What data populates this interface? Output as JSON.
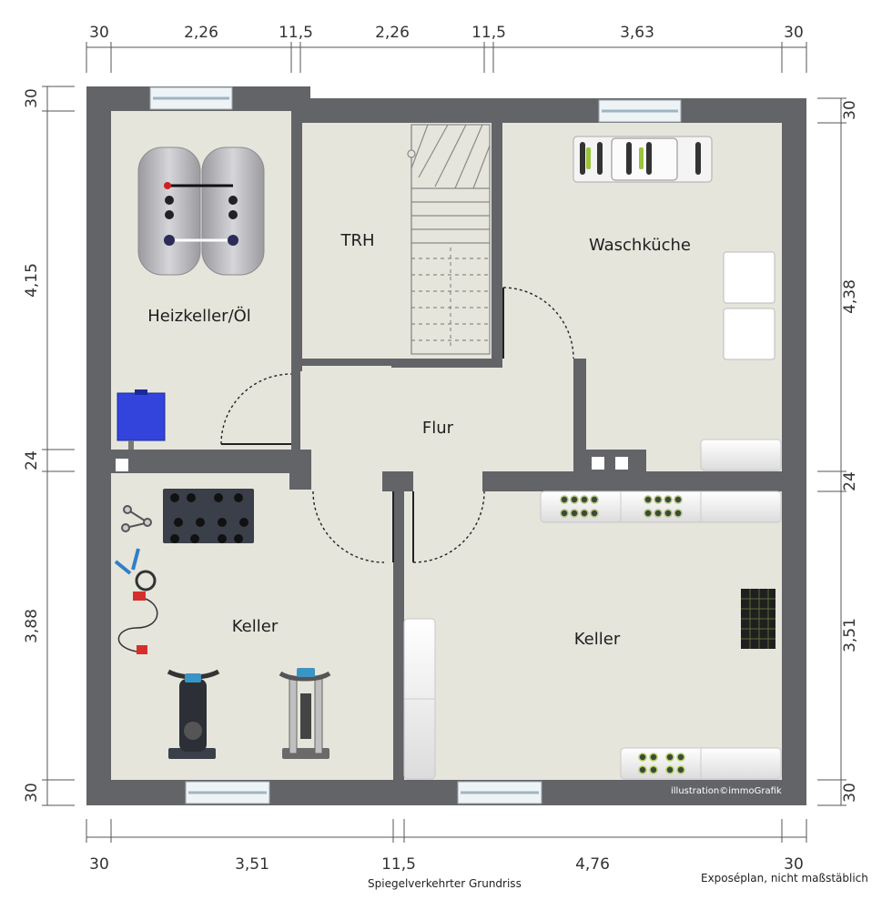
{
  "dimensions": {
    "top": [
      "30",
      "2,26",
      "11,5",
      "2,26",
      "11,5",
      "3,63",
      "30"
    ],
    "bottom": [
      "30",
      "3,51",
      "11,5",
      "4,76",
      "30"
    ],
    "left": [
      "30",
      "4,15",
      "24",
      "3,88",
      "30"
    ],
    "right": [
      "30",
      "4,38",
      "24",
      "3,51",
      "30"
    ]
  },
  "rooms": {
    "heizkeller": "Heizkeller/Öl",
    "trh": "TRH",
    "waschkueche": "Waschküche",
    "flur": "Flur",
    "keller_left": "Keller",
    "keller_right": "Keller"
  },
  "credit": "illustration©immoGrafik",
  "caption_center": "Spiegelverkehrter Grundriss",
  "caption_right": "Exposéplan, nicht maßstäblich",
  "colors": {
    "wall": "#636468",
    "floor": "#e6e5dc",
    "window": "#eef3f6",
    "oil_tank": "#b9b9bd",
    "boiler": "#3344dd"
  }
}
